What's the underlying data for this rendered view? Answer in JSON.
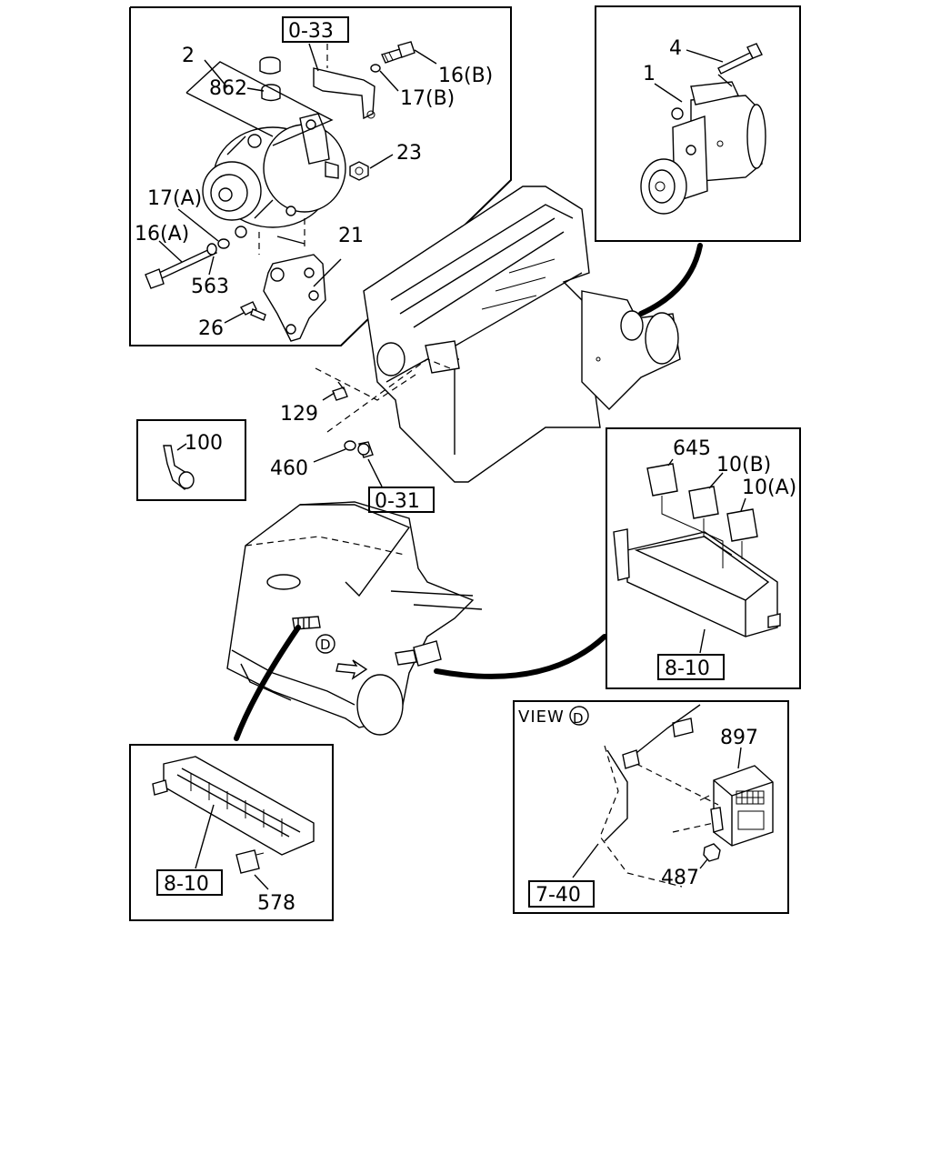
{
  "callouts": {
    "c2": "2",
    "c862": "862",
    "c0_33": "0-33",
    "c16b": "16(B)",
    "c17b": "17(B)",
    "c23": "23",
    "c17a": "17(A)",
    "c16a": "16(A)",
    "c21": "21",
    "c563": "563",
    "c26": "26",
    "c4": "4",
    "c1": "1",
    "c129": "129",
    "c100": "100",
    "c460": "460",
    "c0_31": "0-31",
    "c645": "645",
    "c10b": "10(B)",
    "c10a": "10(A)",
    "c8_10_relay": "8-10",
    "c8_10_fuse": "8-10",
    "c578": "578",
    "c897": "897",
    "c487": "487",
    "c7_40": "7-40",
    "view_label": "VIEW",
    "view_marker": "D",
    "truck_marker": "D"
  }
}
